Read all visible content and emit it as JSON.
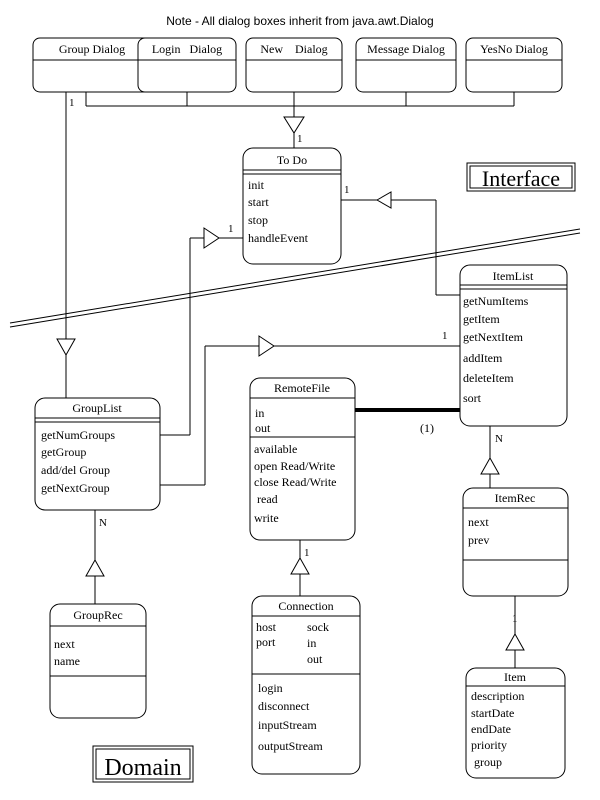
{
  "note": "Note - All dialog boxes inherit from java.awt.Dialog",
  "labels": {
    "interface": "Interface",
    "domain": "Domain",
    "multiplicity_one": "1",
    "multiplicity_many": "N",
    "remote_link": "(1)"
  },
  "dialogs": [
    "Group Dialog",
    "Login   Dialog",
    "New    Dialog",
    "Message Dialog",
    "YesNo Dialog"
  ],
  "classes": {
    "todo": {
      "name": "To Do",
      "methods": [
        "init",
        "start",
        "stop",
        "handleEvent"
      ]
    },
    "itemlist": {
      "name": "ItemList",
      "methods": [
        "getNumItems",
        "getItem",
        "getNextItem",
        "addItem",
        "deleteItem",
        "sort"
      ]
    },
    "grouplist": {
      "name": "GroupList",
      "methods": [
        "getNumGroups",
        "getGroup",
        "add/del Group",
        "getNextGroup"
      ]
    },
    "remotefile": {
      "name": "RemoteFile",
      "attributes": [
        "in",
        "out"
      ],
      "methods": [
        "available",
        "open Read/Write",
        "close Read/Write",
        "read",
        "write"
      ]
    },
    "itemrec": {
      "name": "ItemRec",
      "attributes": [
        "next",
        "prev"
      ]
    },
    "grouprec": {
      "name": "GroupRec",
      "attributes": [
        "next",
        "name"
      ]
    },
    "connection": {
      "name": "Connection",
      "attributes_left": [
        "host",
        "port"
      ],
      "attributes_right": [
        "sock",
        "in",
        "out"
      ],
      "methods": [
        "login",
        "disconnect",
        "inputStream",
        "outputStream"
      ]
    },
    "item": {
      "name": "Item",
      "attributes": [
        "description",
        "startDate",
        "endDate",
        "priority",
        "group"
      ]
    }
  }
}
